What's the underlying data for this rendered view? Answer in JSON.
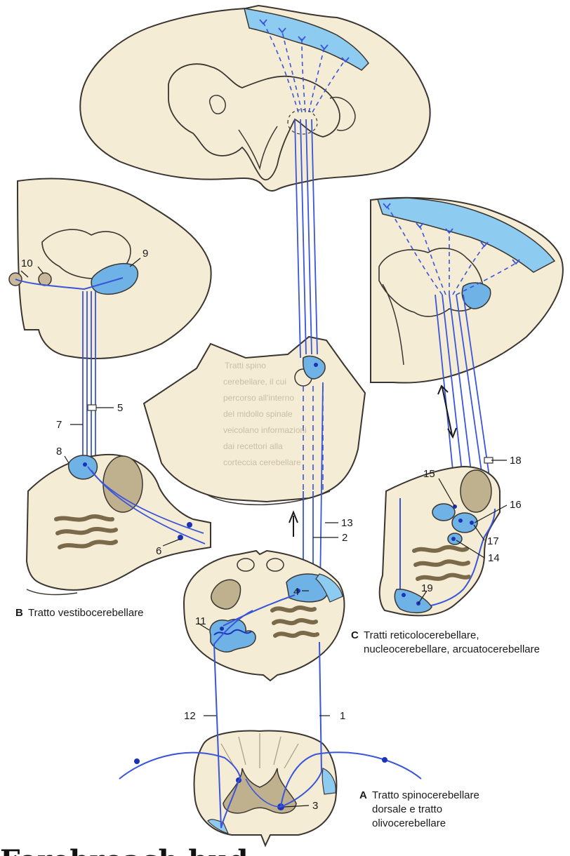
{
  "labels": {
    "n1": "1",
    "n2": "2",
    "n3": "3",
    "n4": "4",
    "n5": "5",
    "n6": "6",
    "n7": "7",
    "n8": "8",
    "n9": "9",
    "n10": "10",
    "n11": "11",
    "n12": "12",
    "n13": "13",
    "n14": "14",
    "n15": "15",
    "n16": "16",
    "n17": "17",
    "n18": "18",
    "n19": "19"
  },
  "captions": {
    "b_letter": "B",
    "b_text": "Tratto vestibocerebellare",
    "c_letter": "C",
    "c_text_line1": "Tratti reticolocerebellare,",
    "c_text_line2": "nucleocerebellare, arcuatocerebellare",
    "a_letter": "A",
    "a_text_line1": "Tratto spinocerebellare",
    "a_text_line2": "dorsale e tratto",
    "a_text_line3": "olivocerebellare"
  },
  "background_text": {
    "line1": "Tratti spino",
    "line2": "cerebellare, il cui",
    "line3": "percorso all'interno",
    "line4": "del midollo spinale",
    "line5": "veicolano informazioni",
    "line6": "dai recettori alla",
    "line7": "corteccia cerebellare"
  },
  "bottom_partial_text": "Forebroach bud",
  "colors": {
    "tissue": "#f4ecd4",
    "outline": "#3a3530",
    "fiber": "#3a55d8",
    "nucleus_fill": "#6fb3e6",
    "cortex_fill": "#8ecbf0",
    "gray_matter": "#bfb08e",
    "olive_dark": "#7a6a4a"
  }
}
